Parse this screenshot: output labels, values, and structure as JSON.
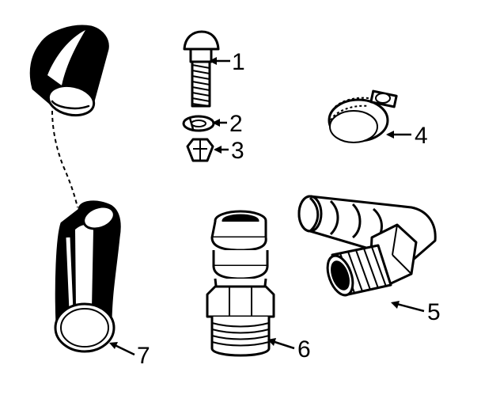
{
  "figure": {
    "parts": [
      {
        "id": "bolt",
        "number": "1"
      },
      {
        "id": "lock-washer",
        "number": "2"
      },
      {
        "id": "hex-nut",
        "number": "3"
      },
      {
        "id": "hose-clamp",
        "number": "4"
      },
      {
        "id": "elbow-fitting",
        "number": "5"
      },
      {
        "id": "hose-barb-adapter",
        "number": "6"
      },
      {
        "id": "hose-section",
        "number": "7"
      }
    ]
  }
}
